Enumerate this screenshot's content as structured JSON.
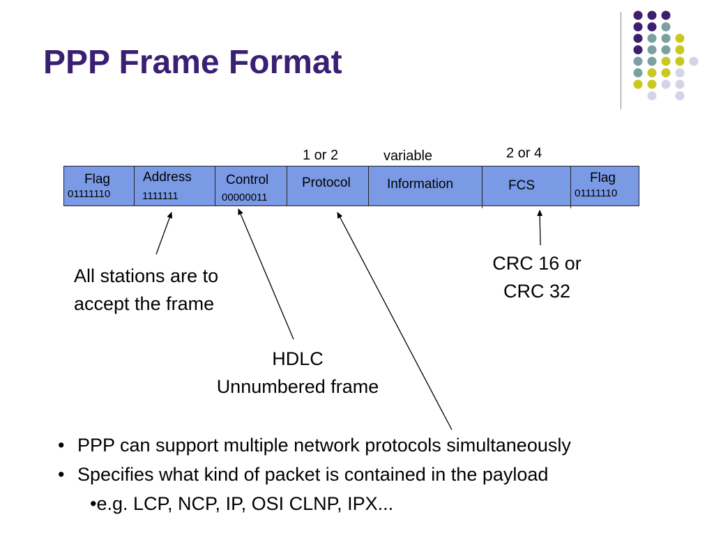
{
  "title": "PPP Frame Format",
  "decoration": {
    "colors": {
      "purple": "#3d1f6e",
      "teal": "#7aa0a0",
      "yellow": "#c8c820",
      "lavender": "#d4d4e8"
    }
  },
  "frame": {
    "fill_color": "#7b9ae6",
    "size_labels": {
      "protocol": "1 or 2",
      "information": "variable",
      "fcs": "2 or 4"
    },
    "fields": [
      {
        "name": "Flag",
        "bits": "01111110"
      },
      {
        "name": "Address",
        "bits": "1111111"
      },
      {
        "name": "Control",
        "bits": "00000011"
      },
      {
        "name": "Protocol",
        "bits": ""
      },
      {
        "name": "Information",
        "bits": ""
      },
      {
        "name": "FCS",
        "bits": ""
      },
      {
        "name": "Flag",
        "bits": "01111110"
      }
    ]
  },
  "annotations": {
    "address_note": [
      "All stations are to",
      "accept the frame"
    ],
    "control_note": [
      "HDLC",
      "Unnumbered frame"
    ],
    "fcs_note": [
      "CRC 16 or",
      "CRC 32"
    ]
  },
  "bullets": [
    "PPP can support multiple network protocols simultaneously",
    "Specifies what kind of packet is contained in the payload"
  ],
  "sub_bullet": "•e.g.  LCP, NCP, IP, OSI CLNP, IPX..."
}
